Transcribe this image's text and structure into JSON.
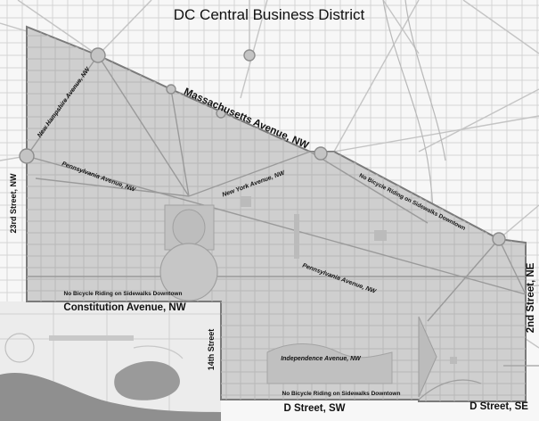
{
  "title": "DC Central Business District",
  "streets": {
    "massachusetts": "Massachusetts Avenue, NW",
    "new_hampshire": "New Hampshire Avenue, NW",
    "pennsylvania_west": "Pennsylvania Avenue, NW",
    "new_york": "New York Avenue, NW",
    "pennsylvania_east": "Pennsylvania Avenue, NW",
    "twenty_third": "23rd Street, NW",
    "constitution": "Constitution Avenue, NW",
    "fourteenth": "14th Street",
    "independence": "Independence Avenue, NW",
    "d_street_sw": "D Street, SW",
    "d_street_se": "D Street, SE",
    "second_street_ne": "2nd Street, NE"
  },
  "notices": {
    "northeast_edge": "No Bicycle Riding on Sidewalks Downtown",
    "constitution_edge": "No Bicycle Riding on Sidewalks Downtown",
    "south_edge": "No Bicycle Riding on Sidewalks Downtown"
  },
  "colors": {
    "district_fill": "#cfcfcf",
    "district_border": "#7a7a7a",
    "grid": "#d2d2d2",
    "water": "#8c8c8c",
    "background": "#f7f7f7"
  }
}
